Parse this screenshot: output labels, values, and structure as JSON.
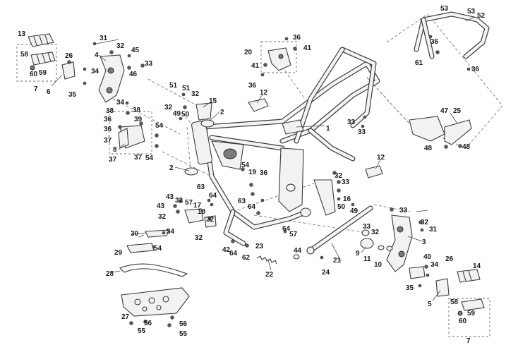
{
  "diagram": {
    "callouts": [
      "1",
      "2",
      "3",
      "4",
      "5",
      "6",
      "7",
      "8",
      "9",
      "10",
      "11",
      "12",
      "13",
      "14",
      "15",
      "16",
      "17",
      "18",
      "19",
      "20",
      "21",
      "22",
      "23",
      "24",
      "25",
      "26",
      "27",
      "28",
      "29",
      "30",
      "31",
      "32",
      "33",
      "34",
      "35",
      "36",
      "37",
      "38",
      "39",
      "40",
      "41",
      "42",
      "43",
      "44",
      "45",
      "46",
      "47",
      "48",
      "49",
      "50",
      "51",
      "52",
      "53",
      "54",
      "55",
      "56",
      "57",
      "58",
      "59",
      "60",
      "61",
      "62",
      "63",
      "64"
    ]
  }
}
